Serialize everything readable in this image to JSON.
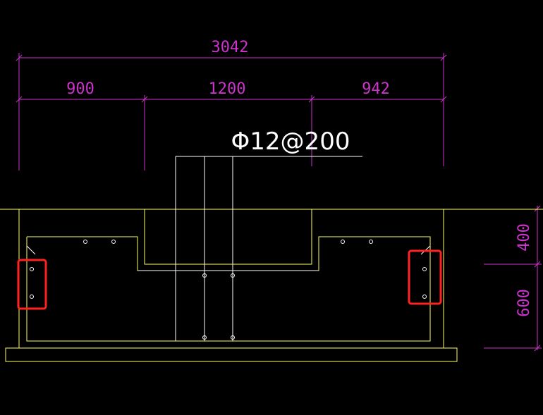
{
  "dimensions": {
    "overall": "3042",
    "seg_left": "900",
    "seg_middle": "1200",
    "seg_right": "942",
    "right_top": "400",
    "right_bottom": "600"
  },
  "callout": {
    "rebar_label": "Φ12@200"
  },
  "colors": {
    "background": "#000000",
    "dimension": "#cc33cc",
    "outline": "#ffff66",
    "rebar": "#ffffff",
    "highlight": "#ff2222"
  }
}
